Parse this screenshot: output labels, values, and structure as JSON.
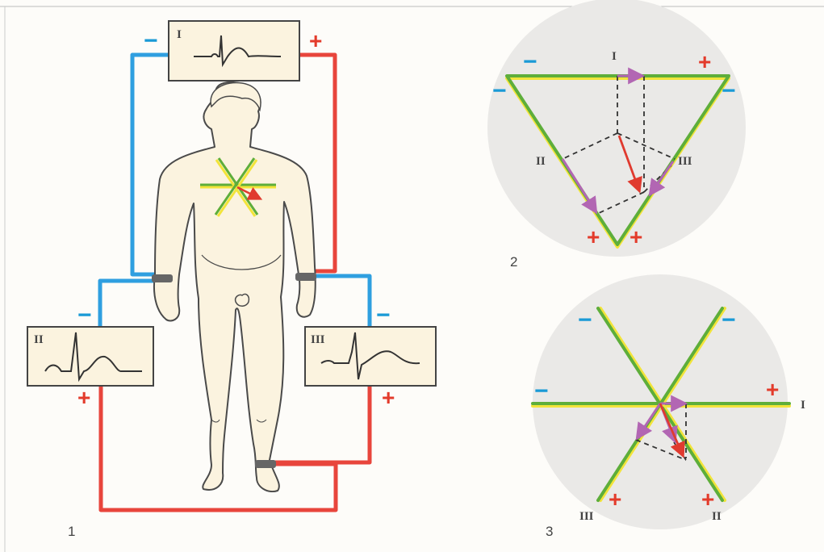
{
  "figure_numbers": {
    "fig1": "1",
    "fig2": "2",
    "fig3": "3"
  },
  "leads": {
    "I": "I",
    "II": "II",
    "III": "III"
  },
  "signs": {
    "plus": "+",
    "minus": "−"
  },
  "colors": {
    "negative_wire": "#2f9fe0",
    "positive_wire": "#e8453c",
    "lead_green": "#5eae3a",
    "lead_yellow": "#f2e43a",
    "projection": "#b266b3",
    "vector": "#e03a2f",
    "skin": "#fbf3df",
    "disc": "#eae9e7"
  }
}
